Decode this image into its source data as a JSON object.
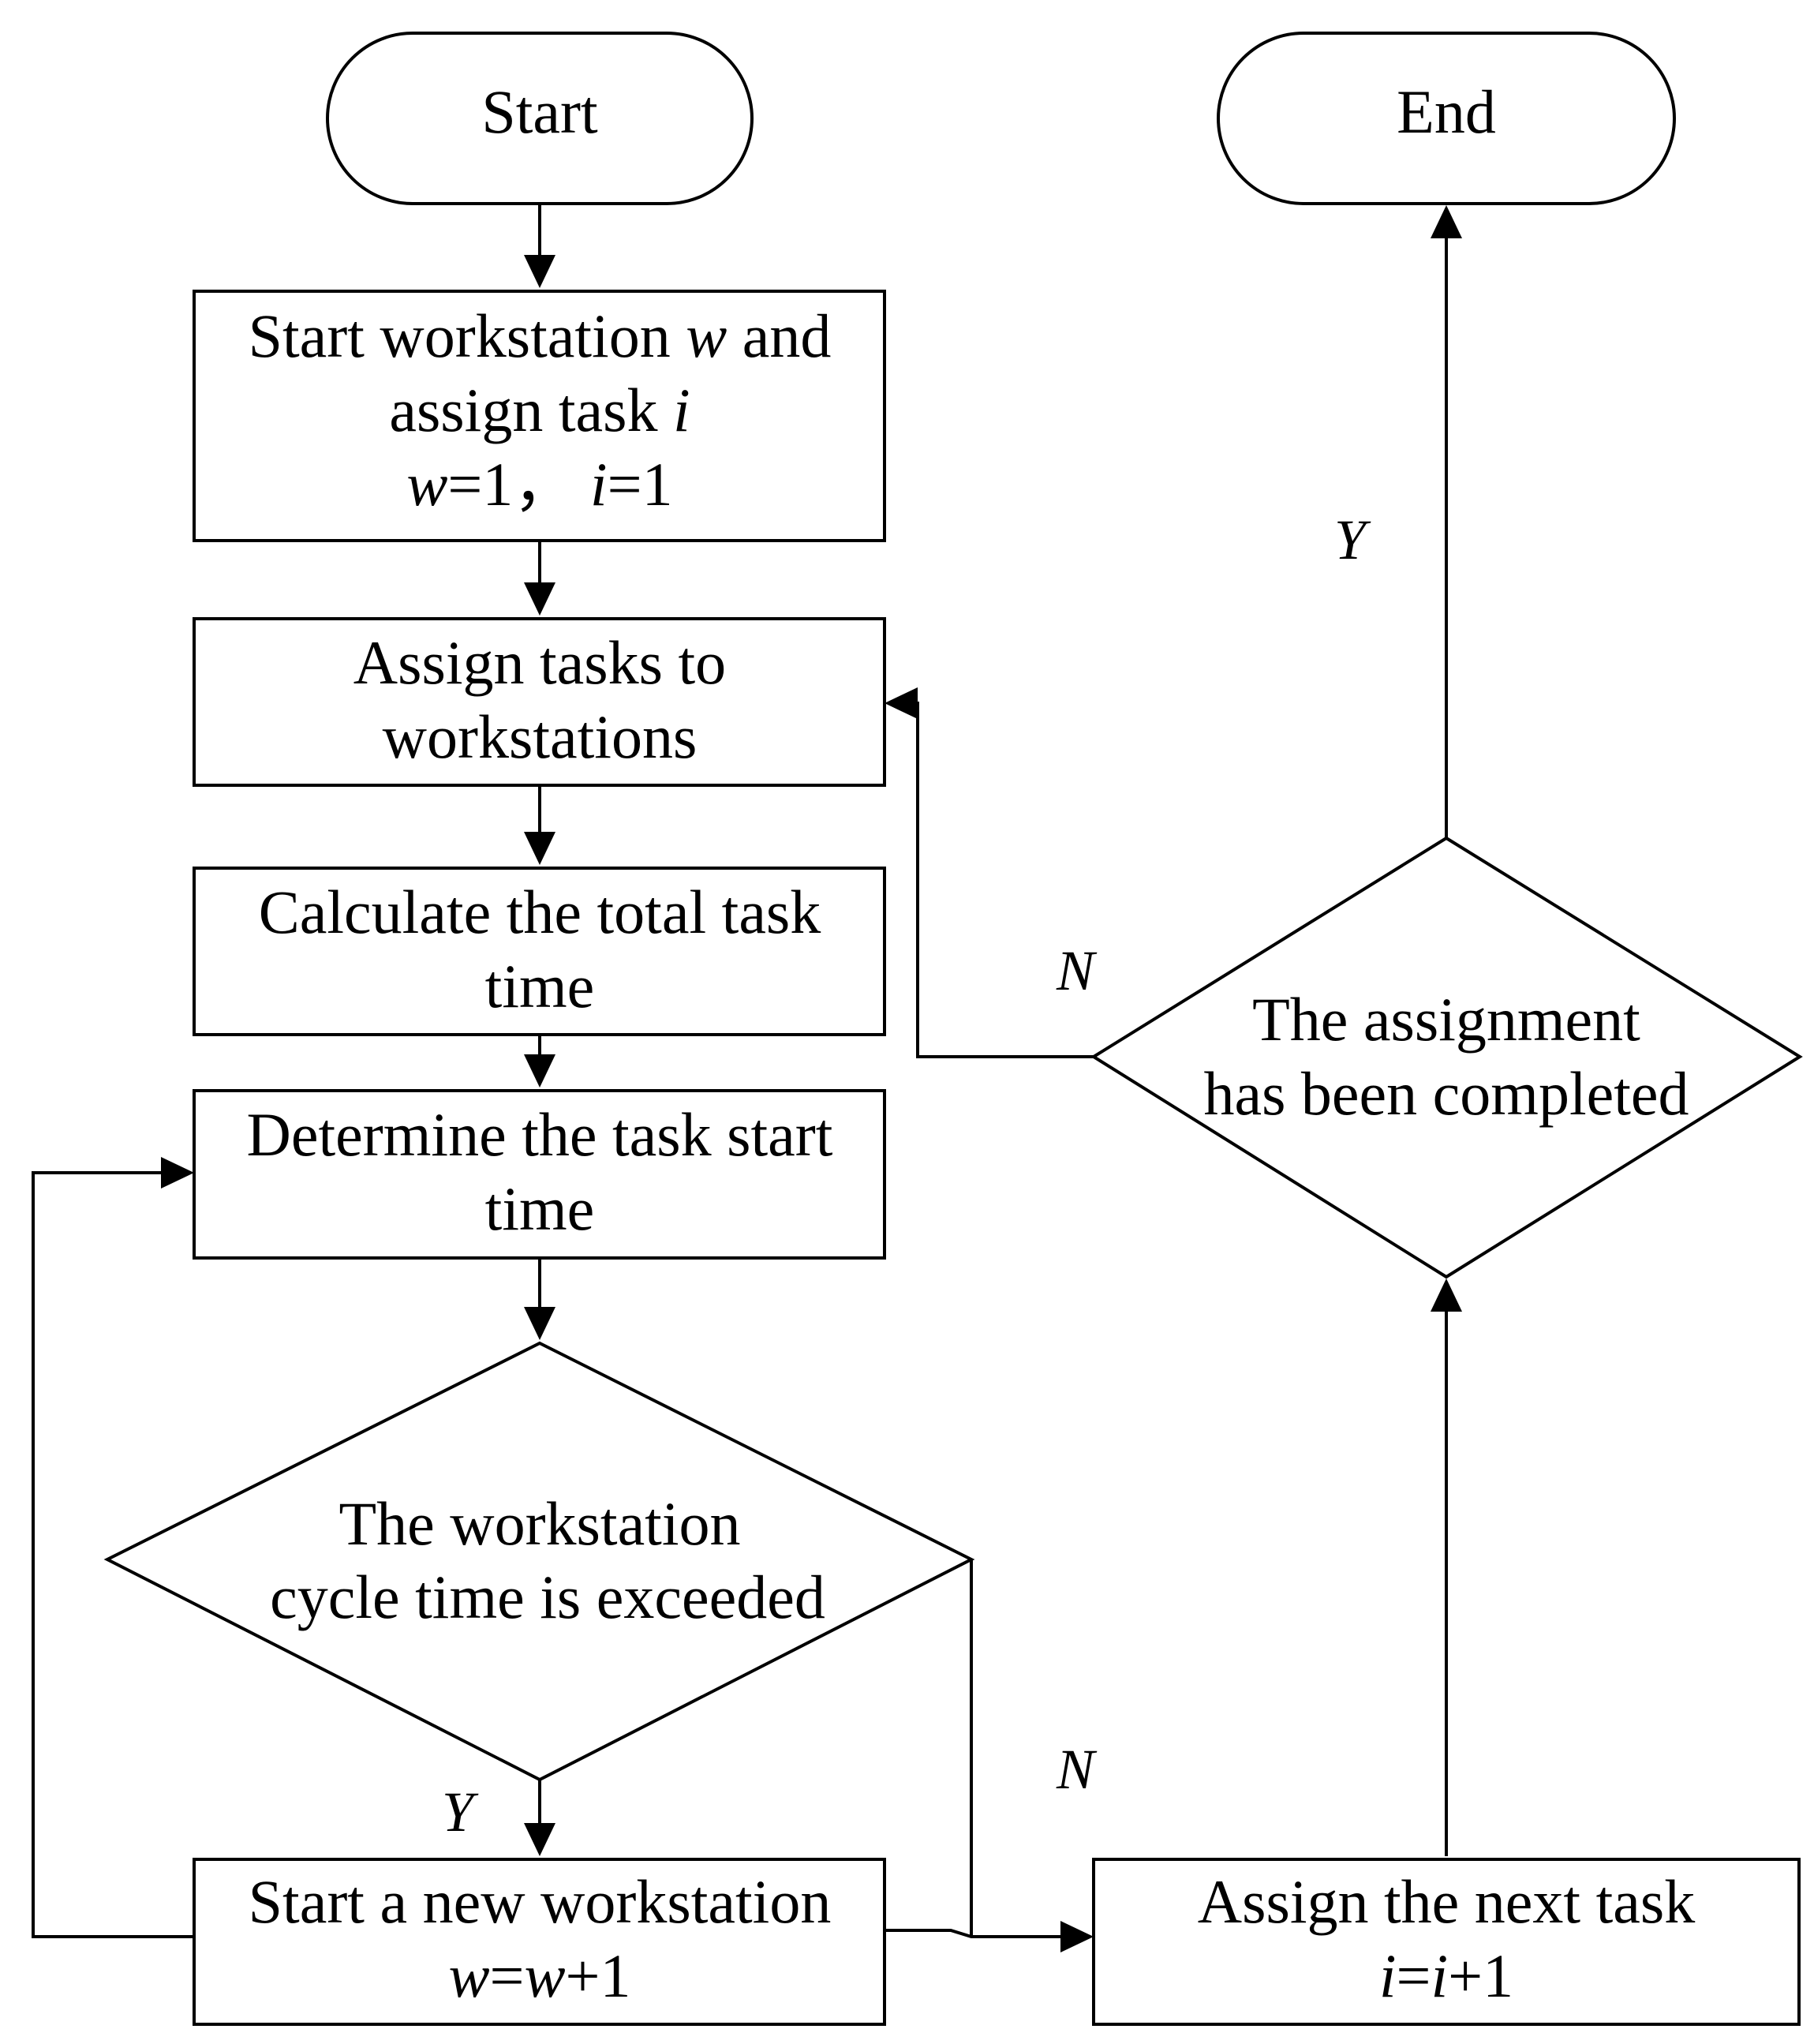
{
  "nodes": {
    "start": {
      "text": "Start"
    },
    "end": {
      "text": "End"
    },
    "start_workstation": {
      "line1_a": "Start workstation ",
      "line1_w": "w",
      "line1_b": " and",
      "line2_a": "assign task ",
      "line2_i": "i",
      "line3_w": "w",
      "line3_eq1": "=1， ",
      "line3_i": "i",
      "line3_eq2": "=1"
    },
    "assign_tasks": {
      "line1": "Assign tasks to",
      "line2": "workstations"
    },
    "calc_total": {
      "line1": "Calculate the total task",
      "line2": "time"
    },
    "determine_start": {
      "line1": "Determine the task start",
      "line2": "time"
    },
    "cycle_decision": {
      "line1": "The workstation",
      "line2": "cycle time is exceeded"
    },
    "new_workstation": {
      "line1": "Start a new workstation",
      "line2_w1": "w",
      "line2_eq": "=",
      "line2_w2": "w",
      "line2_plus": "+1"
    },
    "next_task": {
      "line1": "Assign the next task",
      "line2_i1": "i",
      "line2_eq": "=",
      "line2_i2": "i",
      "line2_plus": "+1"
    },
    "completed_decision": {
      "line1": "The assignment",
      "line2": "has been completed"
    }
  },
  "edge_labels": {
    "cycle_yes": "Y",
    "cycle_no": "N",
    "completed_yes": "Y",
    "completed_no": "N"
  }
}
